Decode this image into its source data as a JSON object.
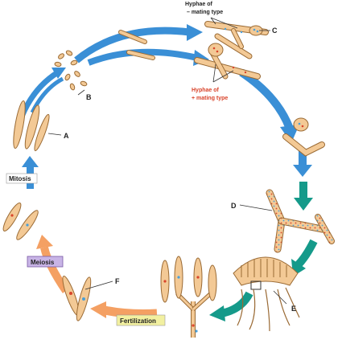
{
  "labels": {
    "hyphae_minus_line1": "Hyphae of",
    "hyphae_minus_line2": "– mating type",
    "hyphae_plus_line1": "Hyphae of",
    "hyphae_plus_line2": "+ mating type",
    "a": "A",
    "b": "B",
    "c": "C",
    "d": "D",
    "e": "E",
    "f": "F",
    "mitosis": "Mitosis",
    "meiosis": "Meiosis",
    "fertilization": "Fertilization"
  },
  "colors": {
    "arrow_blue": "#3a8fd6",
    "arrow_teal": "#159a8a",
    "arrow_orange": "#f4a063",
    "hypha_fill": "#f3c995",
    "hypha_stroke": "#9a6a34",
    "dot_red": "#d9442b",
    "dot_blue": "#4a9fd8",
    "plus_text": "#d9442b",
    "meiosis_box": "#c8b4e6",
    "fertilization_box": "#f2f0a0"
  }
}
